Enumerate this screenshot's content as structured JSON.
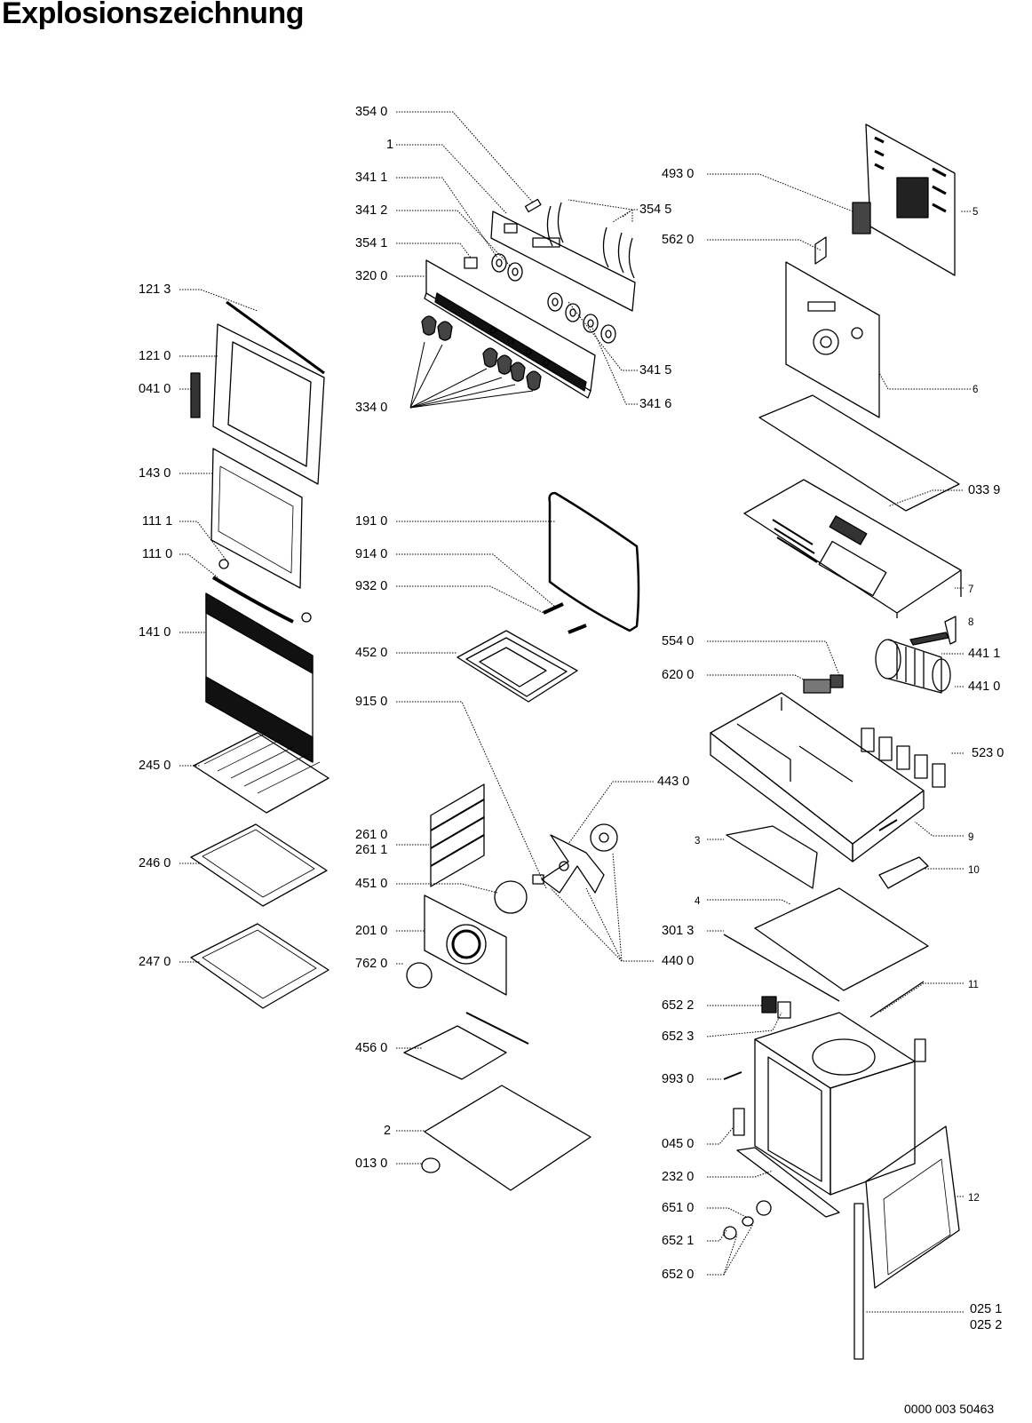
{
  "title": "Explosionszeichnung",
  "document_number": "0000 003 50463",
  "labels": {
    "l3540": "354 0",
    "l1": "1",
    "l3411": "341 1",
    "l3412": "341 2",
    "l3541": "354 1",
    "l3200": "320 0",
    "l3340": "334 0",
    "l3545": "354 5",
    "l5620": "562 0",
    "l3415": "341 5",
    "l3416": "341 6",
    "l4930": "493 0",
    "l5": "5",
    "l6": "6",
    "l1213": "121 3",
    "l1210": "121 0",
    "l0410": "041 0",
    "l1430": "143 0",
    "l1111": "111 1",
    "l1110": "111 0",
    "l1410": "141 0",
    "l2450": "245 0",
    "l2460": "246 0",
    "l2470": "247 0",
    "l1910": "191 0",
    "l9140": "914 0",
    "l9320": "932 0",
    "l4520": "452 0",
    "l9150": "915 0",
    "l2610": "261 0",
    "l2611": "261 1",
    "l4510": "451 0",
    "l2010": "201 0",
    "l7620": "762 0",
    "l4560": "456 0",
    "l2": "2",
    "l0130": "013 0",
    "l0339": "033 9",
    "l7": "7",
    "l8": "8",
    "l4411": "441 1",
    "l5540": "554 0",
    "l6200": "620 0",
    "l4410": "441 0",
    "l5230": "523 0",
    "l4430": "443 0",
    "l9": "9",
    "l3": "3",
    "l10": "10",
    "l4": "4",
    "l3013": "301 3",
    "l4400": "440 0",
    "l11": "11",
    "l6522": "652 2",
    "l6523": "652 3",
    "l9930": "993 0",
    "l0450": "045 0",
    "l2320": "232 0",
    "l12": "12",
    "l6510": "651 0",
    "l6521": "652 1",
    "l6520": "652 0",
    "l0251": "025 1",
    "l0252": "025 2"
  }
}
